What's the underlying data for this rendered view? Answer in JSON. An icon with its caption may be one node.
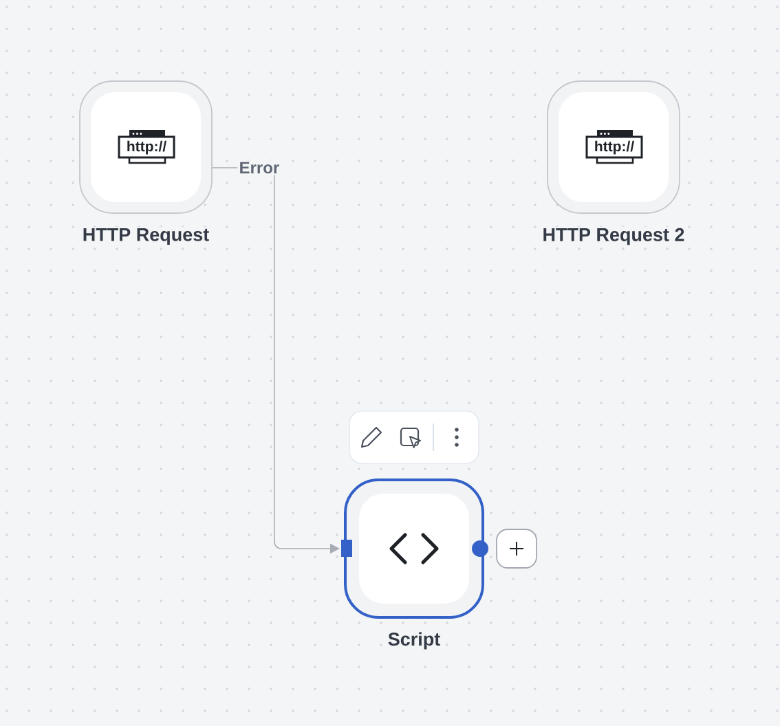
{
  "diagram": {
    "nodes": [
      {
        "text": [
          "http://",
          "HTTP Request"
        ]
      },
      {
        "text": [
          "http://",
          "HTTP Request 2"
        ]
      },
      {
        "text": [
          "Script"
        ]
      }
    ],
    "edges": [
      {
        "from": 0,
        "to": 2,
        "arrow": "to",
        "label": "Error"
      }
    ]
  }
}
